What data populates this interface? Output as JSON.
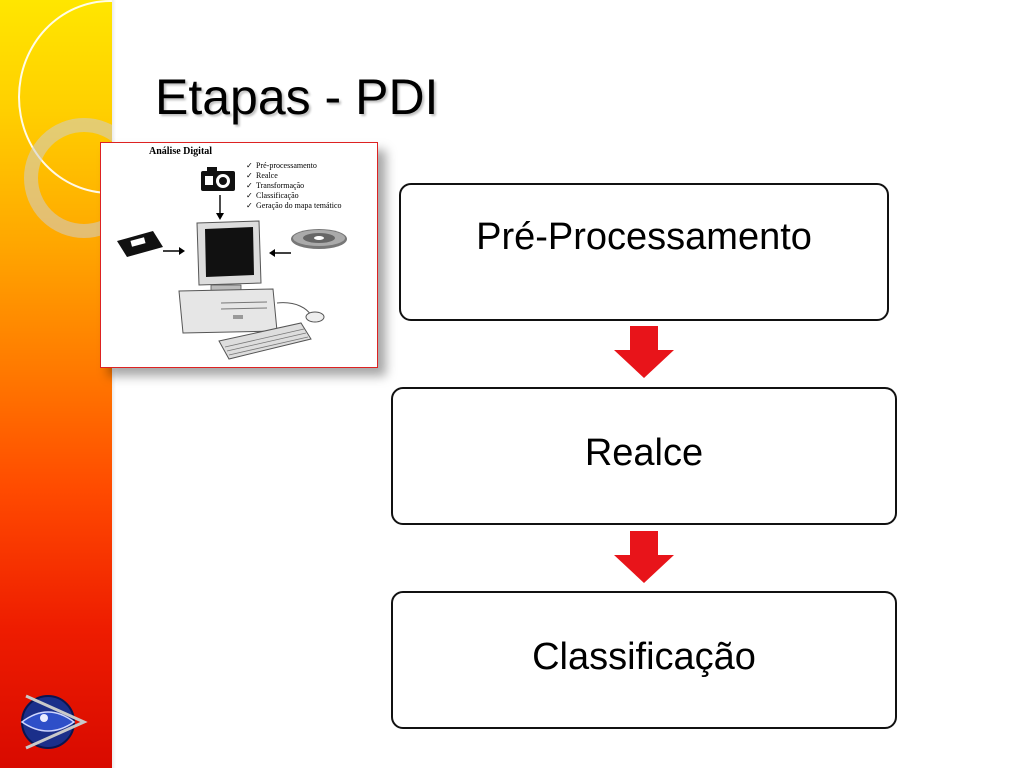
{
  "slide": {
    "title": "Etapas - PDI"
  },
  "figure": {
    "title": "Análise Digital",
    "checklist": [
      "Pré-processamento",
      "Realce",
      "Transformação",
      "Classificação",
      "Geração do mapa temático"
    ],
    "check_glyph": "✓"
  },
  "flow": {
    "steps": [
      "Pré-Processamento",
      "Realce",
      "Classificação"
    ],
    "arrow_color": "#e8141a"
  },
  "icons": {
    "figure_icons": [
      "camera-icon",
      "floppy-disk-icon",
      "computer-icon",
      "cd-icon",
      "keyboard-icon",
      "mouse-icon"
    ],
    "logo": "eye-logo-icon"
  }
}
